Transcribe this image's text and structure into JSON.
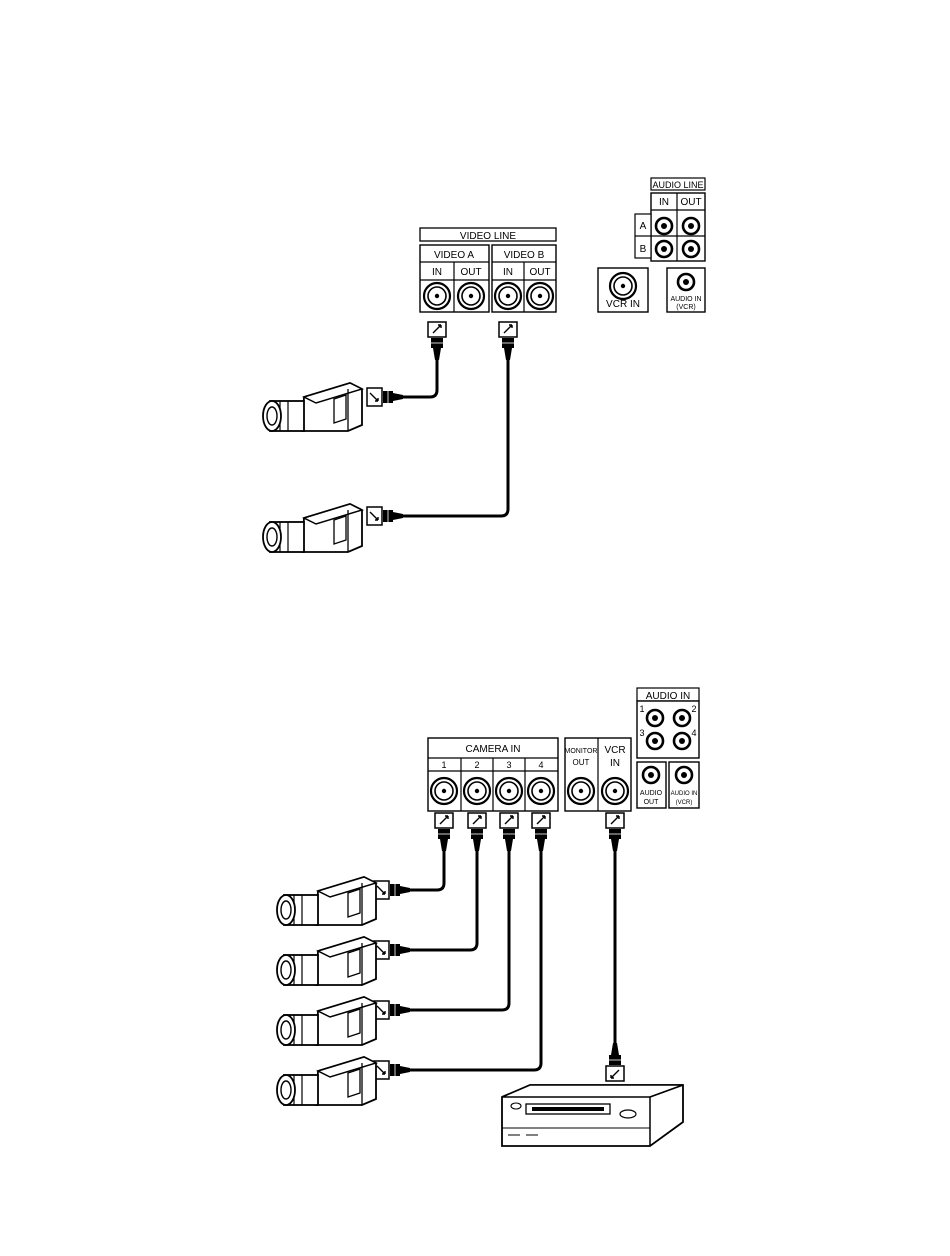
{
  "diagram_top": {
    "video_panel_title": "VIDEO LINE",
    "video_a": "VIDEO A",
    "video_b": "VIDEO B",
    "in": "IN",
    "out": "OUT",
    "audio_panel_title": "AUDIO LINE",
    "audio_in": "IN",
    "audio_out": "OUT",
    "row_a": "A",
    "row_b": "B",
    "vcr_in": "VCR IN",
    "audio_in_vcr_1": "AUDIO IN",
    "audio_in_vcr_2": "(VCR)"
  },
  "diagram_bottom": {
    "camera_in_title": "CAMERA IN",
    "ch1": "1",
    "ch2": "2",
    "ch3": "3",
    "ch4": "4",
    "monitor_out_1": "MONITOR",
    "monitor_out_2": "OUT",
    "vcr_in_1": "VCR",
    "vcr_in_2": "IN",
    "audio_in_title": "AUDIO IN",
    "a1": "1",
    "a2": "2",
    "a3": "3",
    "a4": "4",
    "audio_out_1": "AUDIO",
    "audio_out_2": "OUT",
    "audio_in_vcr_1": "AUDIO IN",
    "audio_in_vcr_2": "(VCR)"
  }
}
